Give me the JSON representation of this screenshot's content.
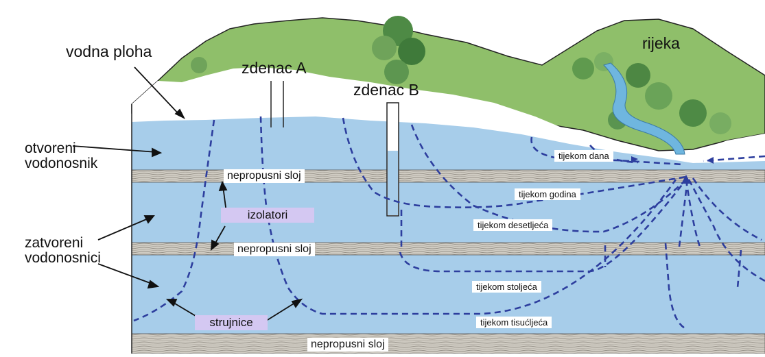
{
  "labels": {
    "water_table": "vodna ploha",
    "well_a": "zdenac A",
    "well_b": "zdenac B",
    "river": "rijeka",
    "unconfined_1": "otvoreni",
    "unconfined_2": "vodonosnik",
    "confined_1": "zatvoreni",
    "confined_2": "vodonosnici",
    "impermeable_1": "nepropusni sloj",
    "impermeable_2": "nepropusni sloj",
    "impermeable_3": "nepropusni sloj",
    "insulators": "izolatori",
    "streamlines": "strujnice"
  },
  "time_labels": {
    "days": "tijekom dana",
    "years": "tijekom godina",
    "decades": "tijekom desetljeća",
    "centuries": "tijekom stoljeća",
    "millennia": "tijekom tisućljeća"
  },
  "colors": {
    "sky": "#ffffff",
    "hill": "#8fbf6a",
    "aquifer": "#a7cdea",
    "impermeable": "#c9c5bc",
    "streamline": "#2d3e9e",
    "river": "#6fb6df",
    "label_highlight": "#d4c8f2"
  }
}
